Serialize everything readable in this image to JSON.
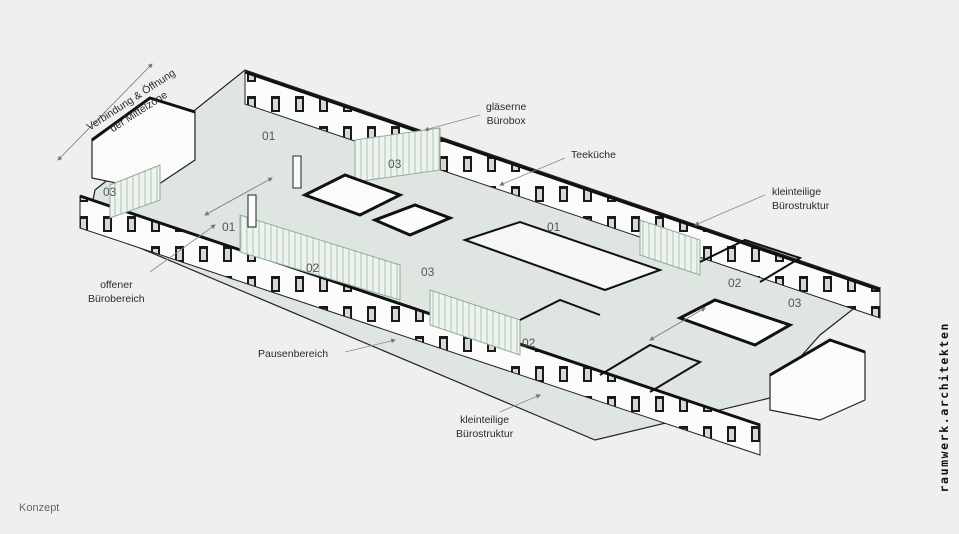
{
  "labels": {
    "axis": [
      "Verbindung & Öffnung",
      "der Mittelzone"
    ],
    "glass_box": [
      "gläserne",
      "Bürobox"
    ],
    "kitchen": "Teeküche",
    "small_offices_top": [
      "kleinteilige",
      "Bürostruktur"
    ],
    "open_office": [
      "offener",
      "Bürobereich"
    ],
    "break_area": "Pausenbereich",
    "small_offices_bottom": [
      "kleinteilige",
      "Bürostruktur"
    ]
  },
  "zones": [
    "01",
    "01",
    "01",
    "02",
    "02",
    "02",
    "03",
    "03",
    "03",
    "03"
  ],
  "footer": "Konzept",
  "brand": "raumwerk.architekten",
  "colors": {
    "background": "#efefef",
    "floor": "#dfe6e1",
    "glass": "#a9c4b0",
    "wall_face": "#fbfbfb",
    "wall_cut": "#111111"
  }
}
